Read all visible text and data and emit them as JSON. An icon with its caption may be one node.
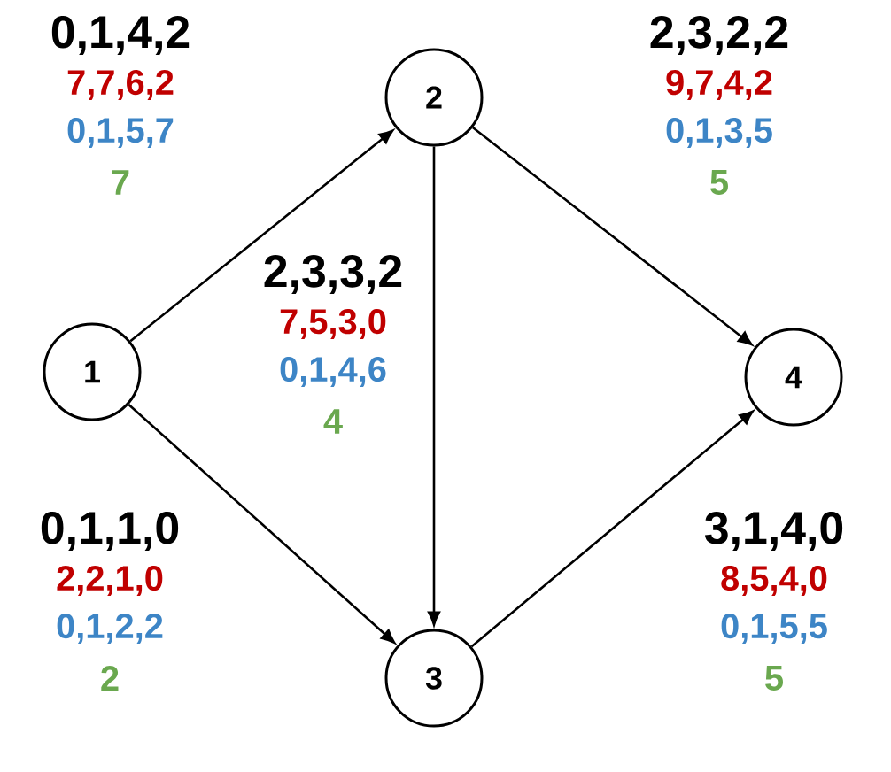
{
  "diagram": {
    "nodes": [
      {
        "text": [
          "1"
        ]
      },
      {
        "text": [
          "2"
        ]
      },
      {
        "text": [
          "3"
        ]
      },
      {
        "text": [
          "4"
        ]
      }
    ],
    "edges": [
      {
        "from": 0,
        "to": 1,
        "arrow": "to"
      },
      {
        "from": 0,
        "to": 2,
        "arrow": "to"
      },
      {
        "from": 1,
        "to": 2,
        "arrow": "to"
      },
      {
        "from": 1,
        "to": 3,
        "arrow": "to"
      },
      {
        "from": 2,
        "to": 3,
        "arrow": "to"
      }
    ],
    "labels": [
      "0,1,4,2",
      "7,7,6,2",
      "0,1,5,7",
      "7",
      "2,3,2,2",
      "9,7,4,2",
      "0,1,3,5",
      "5",
      "2,3,3,2",
      "7,5,3,0",
      "0,1,4,6",
      "4",
      "0,1,1,0",
      "2,2,1,0",
      "0,1,2,2",
      "2",
      "3,1,4,0",
      "8,5,4,0",
      "0,1,5,5",
      "5"
    ]
  }
}
